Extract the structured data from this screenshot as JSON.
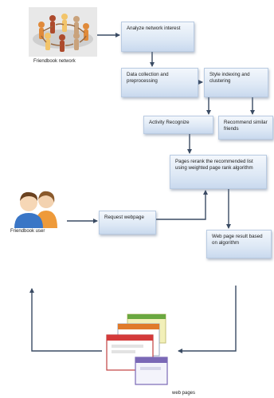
{
  "nodes": {
    "analyze": "Analyze network interest",
    "data_collection": "Data collection and preprocessing",
    "style_indexing": "Style indexing and clustering",
    "activity": "Activity Recognize",
    "recommend": "Recommend similar friends",
    "pages_rerank": "Pages rerank the recommended list using weighted page rank algorithm",
    "request": "Request webpage",
    "result": "Web page result based on algorithm"
  },
  "captions": {
    "network": "Friendbook network",
    "user": "Friendbook user",
    "web_pages": "web pages"
  },
  "colors": {
    "box_fill_top": "#f3f7fc",
    "box_fill_bottom": "#c9d9ee",
    "box_border": "#b9cbe2",
    "arrow": "#3a4b63"
  }
}
